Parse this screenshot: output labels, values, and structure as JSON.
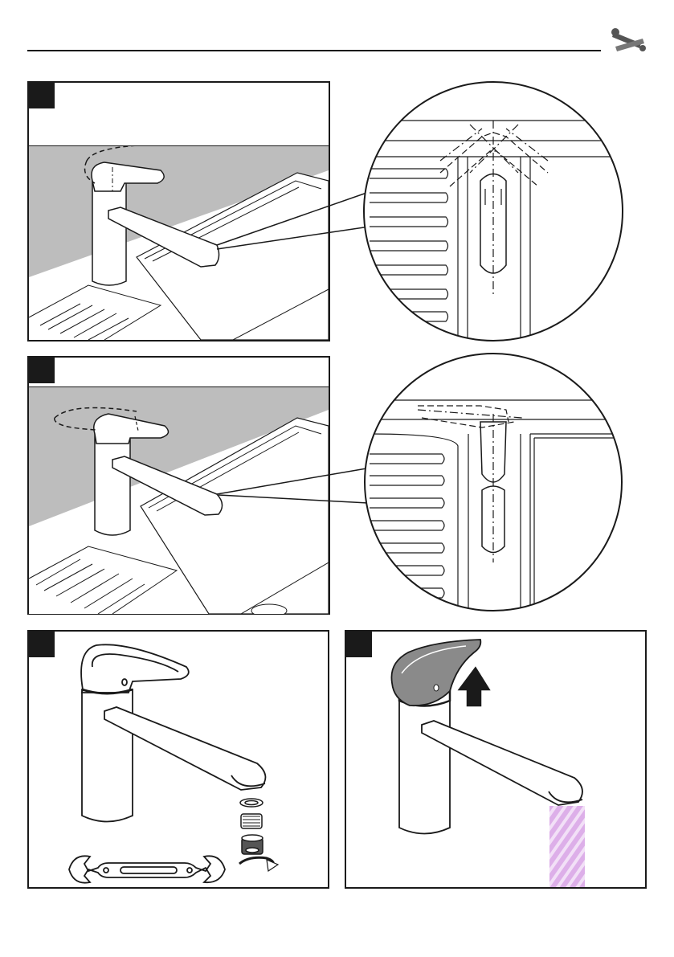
{
  "page": {
    "header_icon": "tools-wrench-screwdriver-icon"
  },
  "steps": [
    {
      "id": "step-1",
      "badge_color": "#1a1a1a",
      "caption": ""
    },
    {
      "id": "step-2",
      "badge_color": "#1a1a1a",
      "caption": ""
    },
    {
      "id": "step-3",
      "badge_color": "#1a1a1a",
      "caption": ""
    },
    {
      "id": "step-4",
      "badge_color": "#1a1a1a",
      "caption": ""
    }
  ],
  "colors": {
    "line": "#1a1a1a",
    "counter_gray": "#bdbdbd",
    "handle_highlight": "#8a8a8a",
    "water_purple": "#c78fd6"
  },
  "icons": {
    "arrow_up": "arrow-up-icon",
    "wrench": "wrench-icon",
    "rotate_arrow": "rotate-arrow-icon"
  }
}
